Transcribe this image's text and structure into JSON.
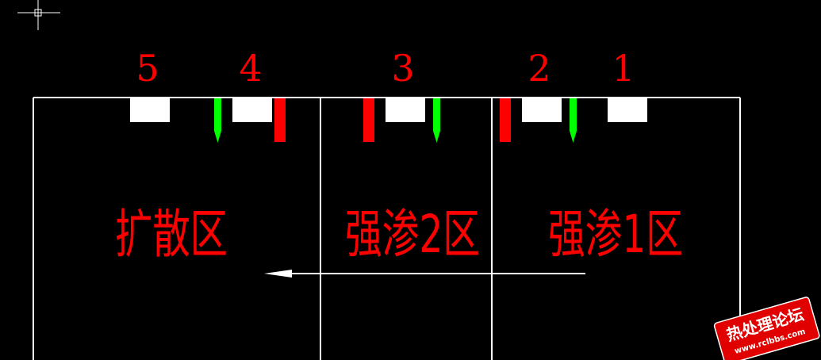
{
  "colors": {
    "background": "#000000",
    "outline": "#ffffff",
    "label": "#ff0000",
    "nozzle_green": "#00ff00",
    "nozzle_red": "#ff0000",
    "heater": "#ffffff",
    "watermark_bg": "#e00000",
    "watermark_text": "#ffffff"
  },
  "cursor": {
    "icon": "crosshair-cursor-icon"
  },
  "positions": [
    "5",
    "4",
    "3",
    "2",
    "1"
  ],
  "zones": [
    {
      "label": "扩散区"
    },
    {
      "label": "强渗2区"
    },
    {
      "label": "强渗1区"
    }
  ],
  "flow": {
    "icon": "flow-arrow-left-icon"
  },
  "watermark": {
    "title": "热处理论坛",
    "url": "www.rclbbs.com"
  }
}
